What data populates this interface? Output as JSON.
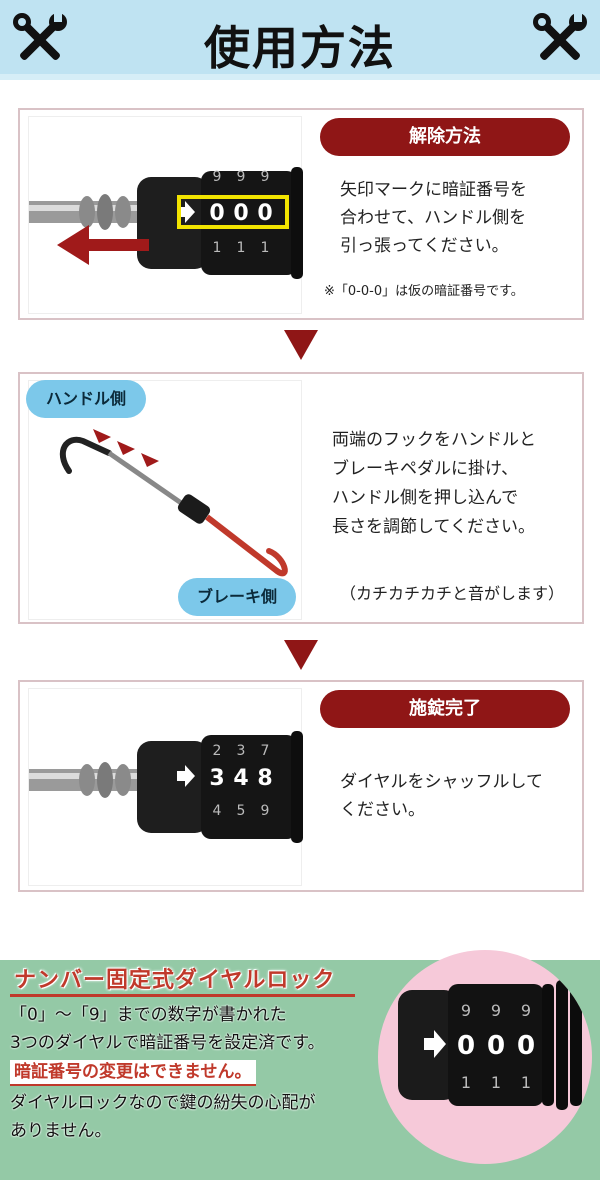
{
  "header": {
    "title": "使用方法",
    "left_icon": "tools-icon",
    "right_icon": "tools-icon"
  },
  "steps": [
    {
      "pill": "解除方法",
      "text": "矢印マークに暗証番号を\n合わせて、ハンドル側を\n引っ張ってください。",
      "note": "※「0-0-0」は仮の暗証番号です。",
      "dial_digits": [
        "0",
        "0",
        "0"
      ]
    },
    {
      "text": "両端のフックをハンドルと\nブレーキペダルに掛け、\nハンドル側を押し込んで\n長さを調節してください。",
      "note": "（カチカチカチと音がします）",
      "tag_top": "ハンドル側",
      "tag_bottom": "ブレーキ側"
    },
    {
      "pill": "施錠完了",
      "text": "ダイヤルをシャッフルして\nください。",
      "dial_digits": [
        "3",
        "4",
        "8"
      ]
    }
  ],
  "bottom": {
    "title": "ナンバー固定式ダイヤルロック",
    "line1": "「0」〜「9」までの数字が書かれた",
    "line2": "3つのダイヤルで暗証番号を設定済です。",
    "warning": "暗証番号の変更はできません。",
    "line3": "ダイヤルロックなので鍵の紛失の心配が",
    "line4": "ありません。",
    "dial_digits": [
      "0",
      "0",
      "0"
    ]
  },
  "colors": {
    "header_bg": "#bfe3f2",
    "accent": "#8f1616",
    "bubble": "#7cc8ea",
    "bottom_bg": "#94c9a6",
    "circle_bg": "#f6c9d9"
  }
}
